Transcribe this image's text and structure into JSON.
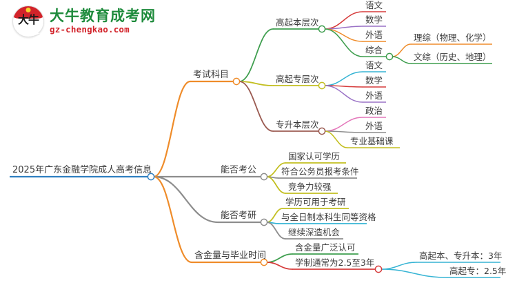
{
  "brand": {
    "mark_glyph": "大牛",
    "title": "大牛教育成考网",
    "domain": "gz-chengkao.com"
  },
  "mindmap": {
    "root": {
      "label": "2025年广东金融学院成人高考信息",
      "color": "#2f7fc1"
    },
    "branches": [
      {
        "label": "考试科目",
        "color": "#ef8c2a",
        "children": [
          {
            "label": "高起本层次",
            "color": "#3e9e4e",
            "children": [
              {
                "label": "语文",
                "color": "#d63b3b"
              },
              {
                "label": "数学",
                "color": "#9a72c6"
              },
              {
                "label": "外语",
                "color": "#ef8c2a"
              },
              {
                "label": "综合",
                "color": "#3e9e4e",
                "children": [
                  {
                    "label": "理综（物理、化学）",
                    "color": "#ef8c2a"
                  },
                  {
                    "label": "文综（历史、地理）",
                    "color": "#3e9e4e"
                  }
                ]
              }
            ]
          },
          {
            "label": "高起专层次",
            "color": "#c3bf21",
            "children": [
              {
                "label": "语文",
                "color": "#36b4d4"
              },
              {
                "label": "数学",
                "color": "#d63b3b"
              },
              {
                "label": "外语",
                "color": "#9a72c6"
              }
            ]
          },
          {
            "label": "专升本层次",
            "color": "#9b5b52",
            "children": [
              {
                "label": "政治",
                "color": "#e477ba"
              },
              {
                "label": "外语",
                "color": "#8d8d8d"
              },
              {
                "label": "专业基础课",
                "color": "#c3bf21"
              }
            ]
          }
        ]
      },
      {
        "label": "能否考公",
        "color": "#8d8d8d",
        "children": [
          {
            "label": "国家认可学历",
            "color": "#c3bf21"
          },
          {
            "label": "符合公务员报考条件",
            "color": "#8d8d8d"
          },
          {
            "label": "竞争力较强",
            "color": "#c3bf21"
          }
        ]
      },
      {
        "label": "能否考研",
        "color": "#8d8d8d",
        "children": [
          {
            "label": "学历可用于考研",
            "color": "#c3bf21"
          },
          {
            "label": "与全日制本科生同等资格",
            "color": "#36b4d4"
          },
          {
            "label": "继续深造机会",
            "color": "#8d8d8d"
          }
        ]
      },
      {
        "label": "含金量与毕业时间",
        "color": "#ef8c2a",
        "children": [
          {
            "label": "含金量广泛认可",
            "color": "#3e9e4e"
          },
          {
            "label": "学制通常为2.5至3年",
            "color": "#d63b3b",
            "children": [
              {
                "label": "高起本、专升本：3年",
                "color": "#36b4d4"
              },
              {
                "label": "高起专：2.5年",
                "color": "#36b4d4"
              }
            ]
          }
        ]
      }
    ]
  }
}
